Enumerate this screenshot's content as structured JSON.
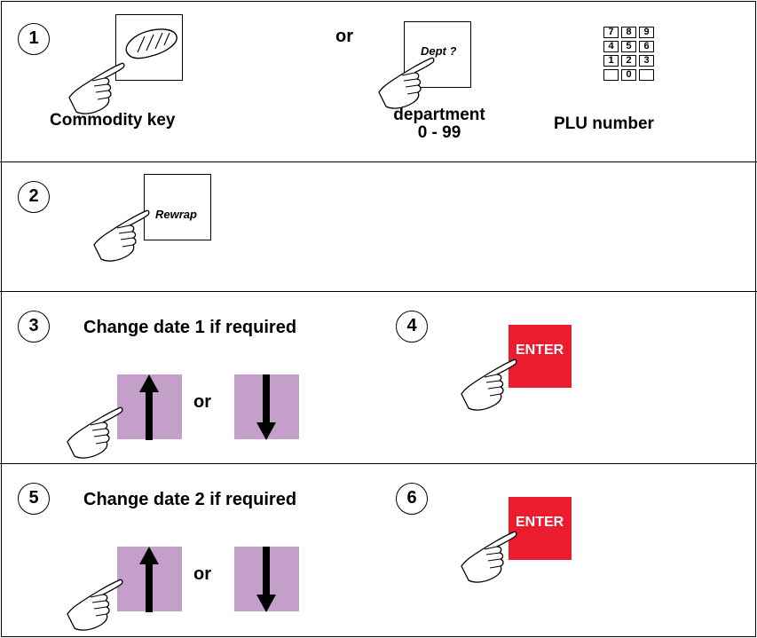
{
  "steps": [
    {
      "number": "1",
      "connector": "or",
      "commodity_label": "Commodity key",
      "department_key_text": "Dept ?",
      "department_label_line1": "department",
      "department_label_line2": "0 - 99",
      "plu_label": "PLU number",
      "keypad": [
        "7",
        "8",
        "9",
        "4",
        "5",
        "6",
        "1",
        "2",
        "3",
        "",
        "0",
        ""
      ]
    },
    {
      "number": "2",
      "key_text": "Rewrap"
    },
    {
      "number": "3",
      "label": "Change date 1 if required",
      "connector": "or"
    },
    {
      "number": "4",
      "key_text": "ENTER"
    },
    {
      "number": "5",
      "label": "Change date 2 if required",
      "connector": "or"
    },
    {
      "number": "6",
      "key_text": "ENTER"
    }
  ],
  "colors": {
    "arrow_key": "#c39fca",
    "enter_key": "#ec1c2e"
  },
  "icons": [
    "bread-icon",
    "pointing-hand-icon",
    "up-arrow-icon",
    "down-arrow-icon"
  ]
}
